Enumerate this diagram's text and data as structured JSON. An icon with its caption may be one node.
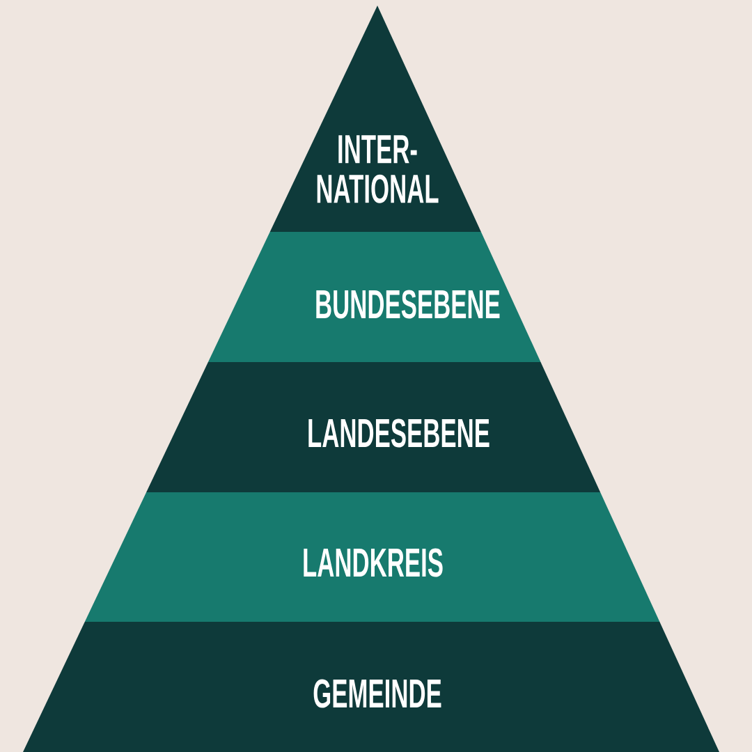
{
  "diagram": {
    "nodes": [
      {
        "text": [
          "INTER- NATIONAL"
        ]
      },
      {
        "text": [
          "BUNDESEBENE"
        ]
      },
      {
        "text": [
          "LANDESEBENE"
        ]
      },
      {
        "text": [
          "LANDKREIS"
        ]
      },
      {
        "text": [
          "GEMEINDE"
        ]
      }
    ]
  }
}
